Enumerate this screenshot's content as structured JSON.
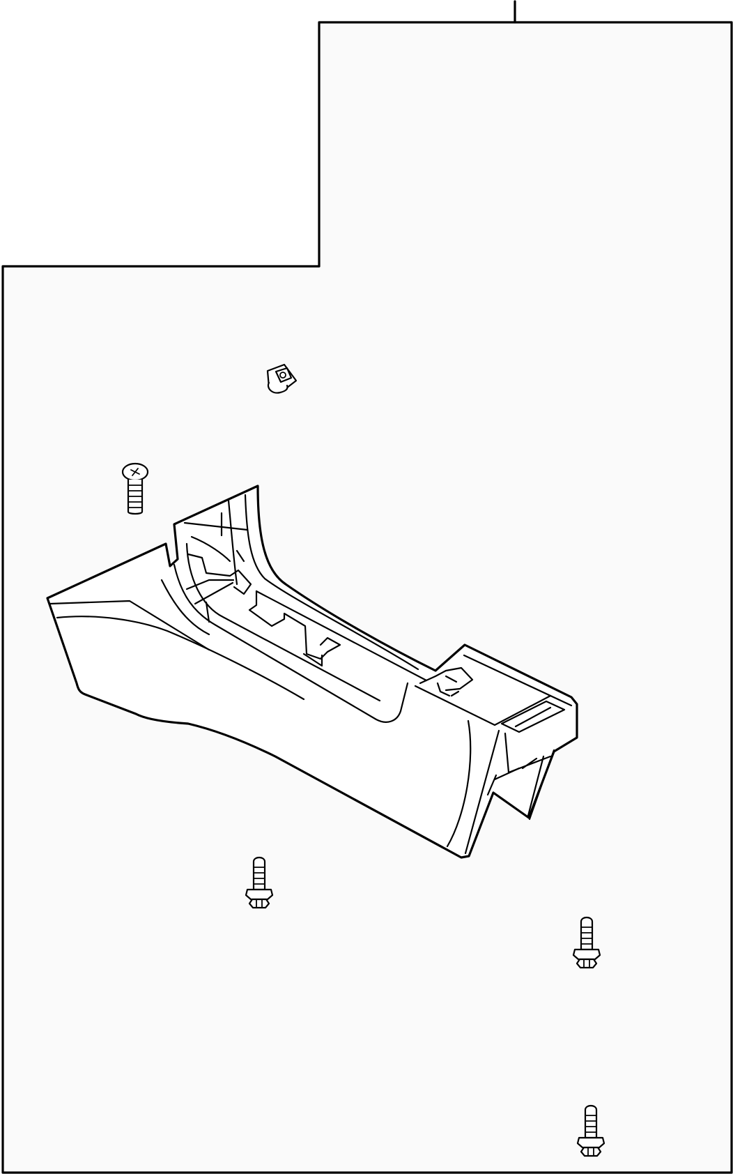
{
  "diagram": {
    "colors": {
      "line": "#000000",
      "background": "#ffffff",
      "callout_area": "#fafafa"
    },
    "parts": [
      {
        "name": "center-console-panel",
        "icon": "console-trim-panel"
      },
      {
        "name": "push-nut-clip",
        "icon": "nut-clip-icon"
      },
      {
        "name": "phillips-screw",
        "icon": "screw-icon"
      },
      {
        "name": "flange-bolt",
        "icon": "bolt-icon",
        "count": 3
      }
    ]
  }
}
